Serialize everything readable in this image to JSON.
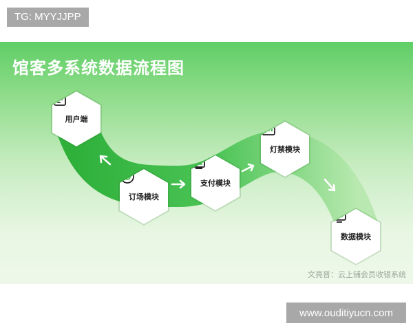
{
  "tag": "TG: MYYJJPP",
  "title": "馆客多系统数据流程图",
  "nodes": {
    "user": "用户端",
    "booking": "订场模块",
    "payment": "支付模块",
    "light": "灯禁模块",
    "data": "数据模块"
  },
  "watermark": "文亮普：云上铺会员收银系统",
  "site": "www.ouditiyucn.com",
  "colors": {
    "accent": "#3fbf4a",
    "flow_dark": "#2fb03b",
    "flow_light": "#b9e9b0",
    "background_top": "#5fce66"
  },
  "icons": {
    "user": "document-icon",
    "booking": "target-icon",
    "payment": "printer-icon",
    "light": "window-icon",
    "data": "monitor-icon"
  }
}
